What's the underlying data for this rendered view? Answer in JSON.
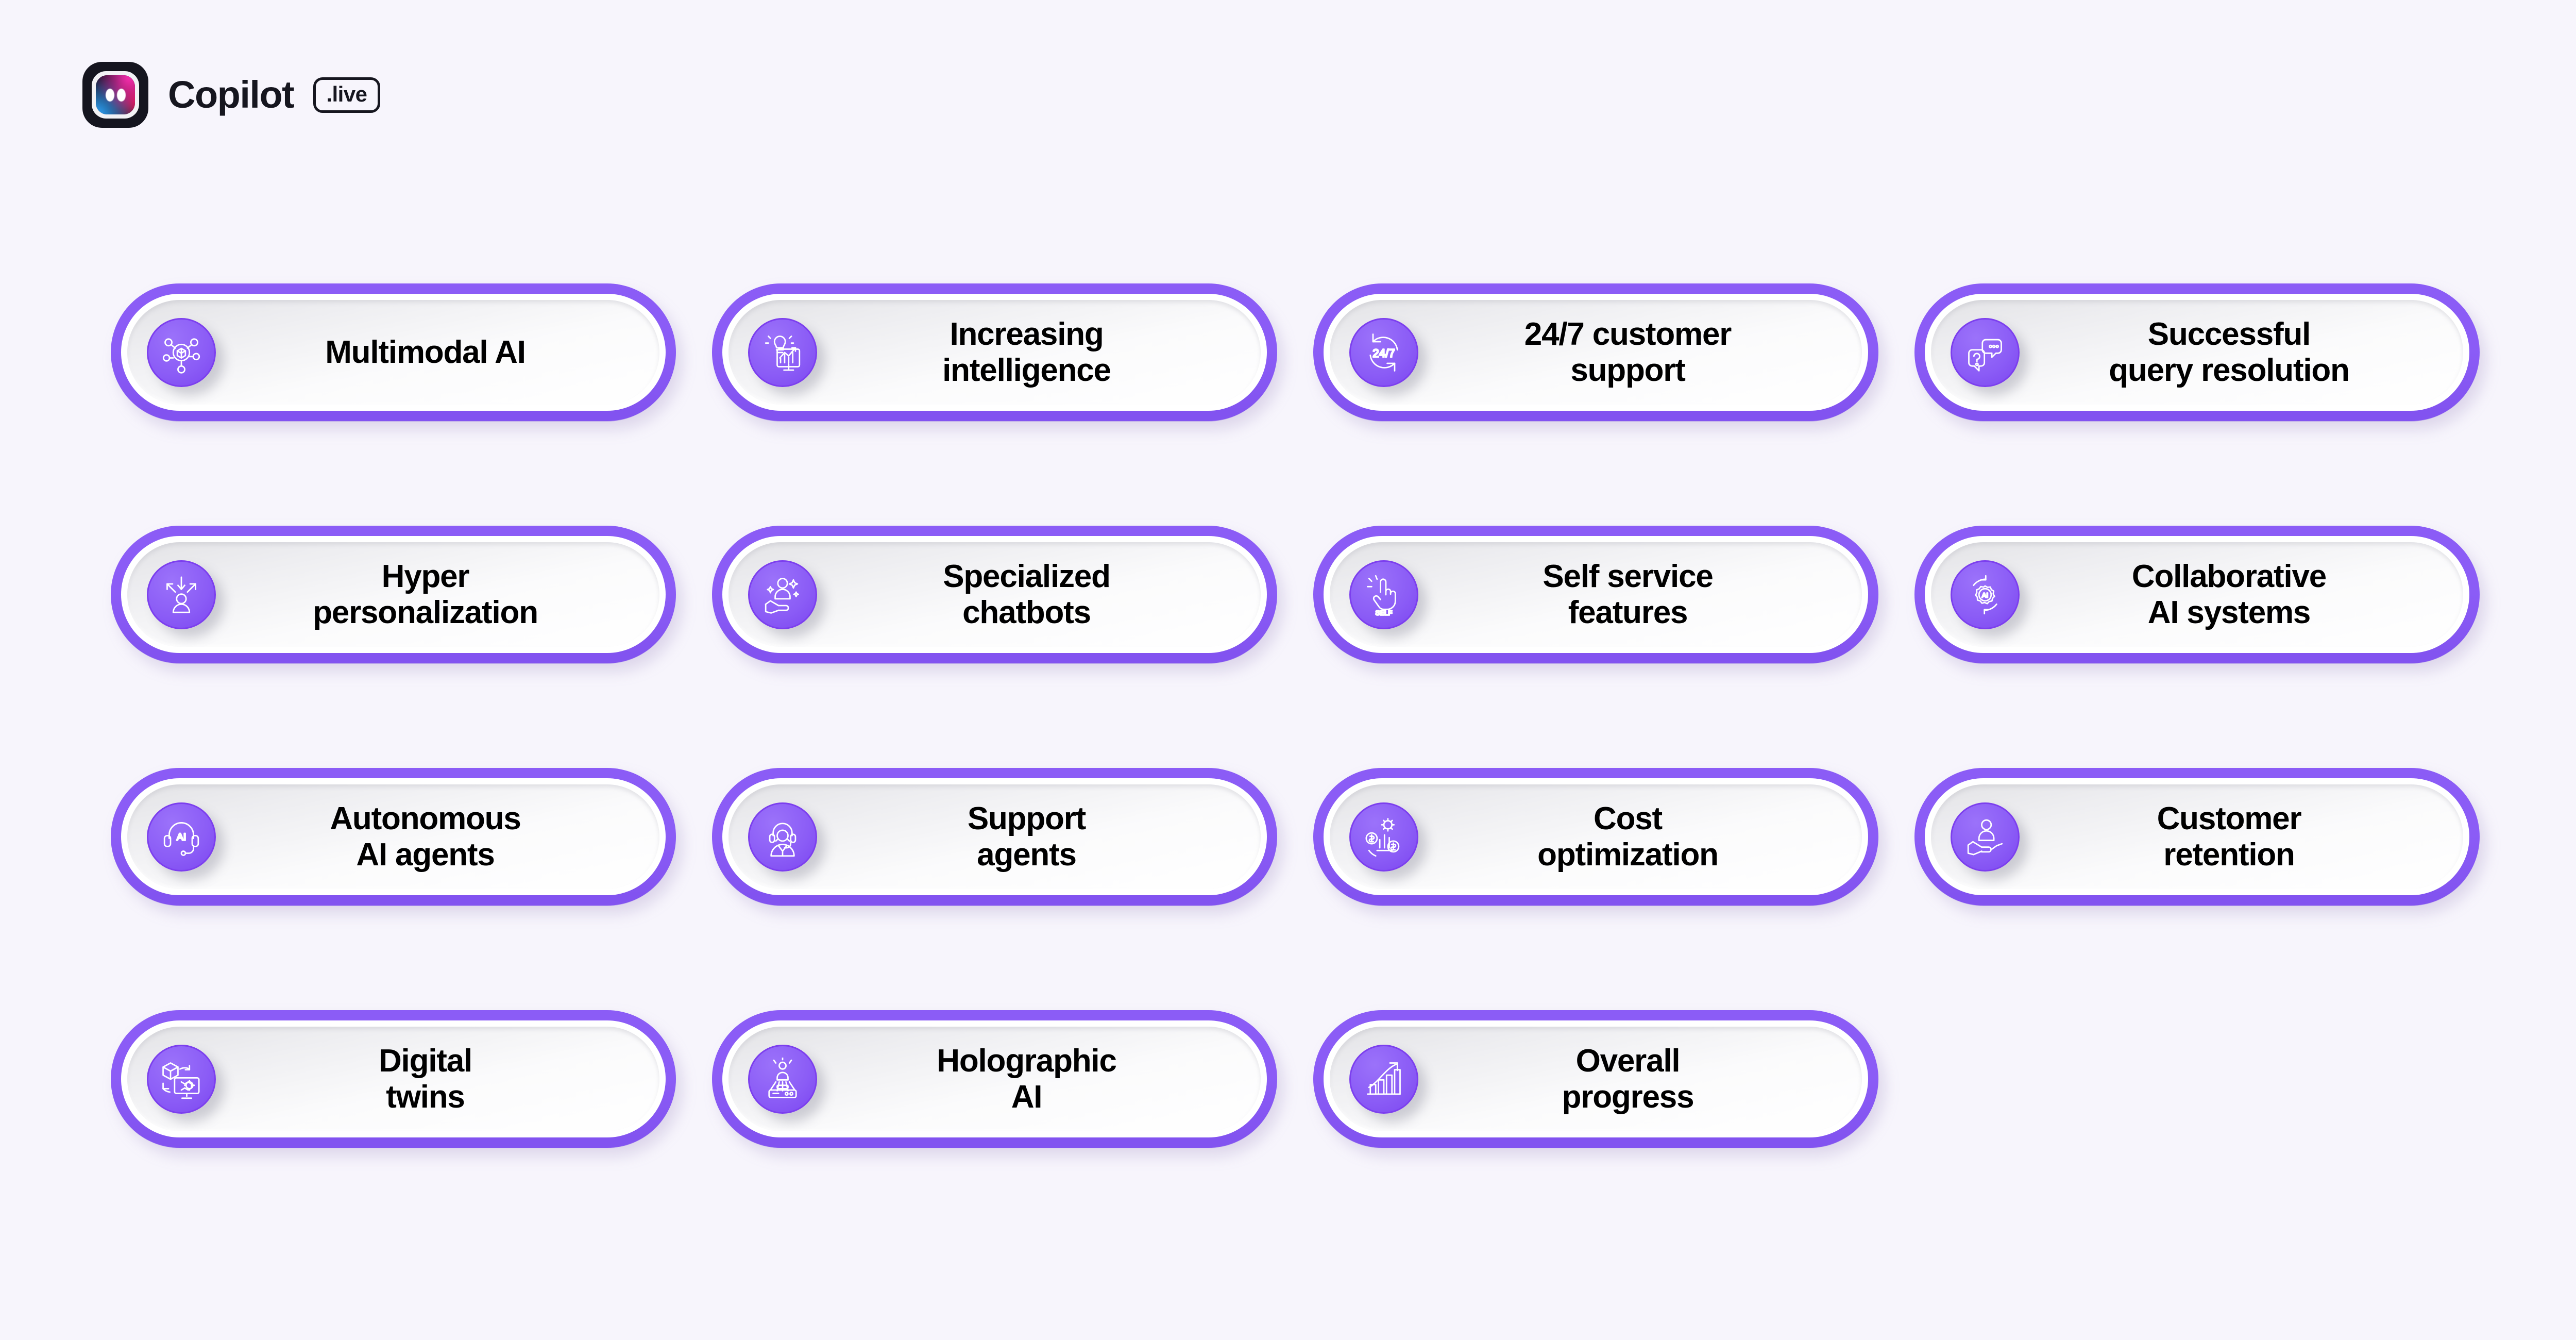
{
  "background_color": "#F7F5FC",
  "accent_color": "#8B5CF6",
  "text_color": "#000000",
  "header": {
    "logo_icon": "copilot-app-mark",
    "brand_name": "Copilot",
    "badge_label": ".live"
  },
  "grid": {
    "columns": 4,
    "rows": 4,
    "card_count": 15,
    "cards": [
      {
        "label": "Multimodal AI",
        "icon": "network-cube-icon"
      },
      {
        "label": "Increasing\nintelligence",
        "icon": "lightbulb-chart-monitor-icon"
      },
      {
        "label": "24/7 customer\nsupport",
        "icon": "24-7-refresh-icon"
      },
      {
        "label": "Successful\nquery resolution",
        "icon": "question-chat-bubbles-icon"
      },
      {
        "label": "Hyper\npersonalization",
        "icon": "person-target-arrows-icon"
      },
      {
        "label": "Specialized\nchatbots",
        "icon": "hand-person-sparkle-icon"
      },
      {
        "label": "Self service\nfeatures",
        "icon": "self-service-tap-icon"
      },
      {
        "label": "Collaborative\nAI systems",
        "icon": "ai-gear-cycle-icon"
      },
      {
        "label": "Autonomous\nAI agents",
        "icon": "ai-headset-icon"
      },
      {
        "label": "Support\nagents",
        "icon": "support-agent-headset-icon"
      },
      {
        "label": "Cost\noptimization",
        "icon": "dollar-chart-gear-icon"
      },
      {
        "label": "Customer\nretention",
        "icon": "person-in-hand-icon"
      },
      {
        "label": "Digital\ntwins",
        "icon": "cube-monitor-gear-icon"
      },
      {
        "label": "Holographic\nAI",
        "icon": "hologram-projector-icon"
      },
      {
        "label": "Overall\nprogress",
        "icon": "growth-bar-chart-arrow-icon"
      }
    ]
  }
}
